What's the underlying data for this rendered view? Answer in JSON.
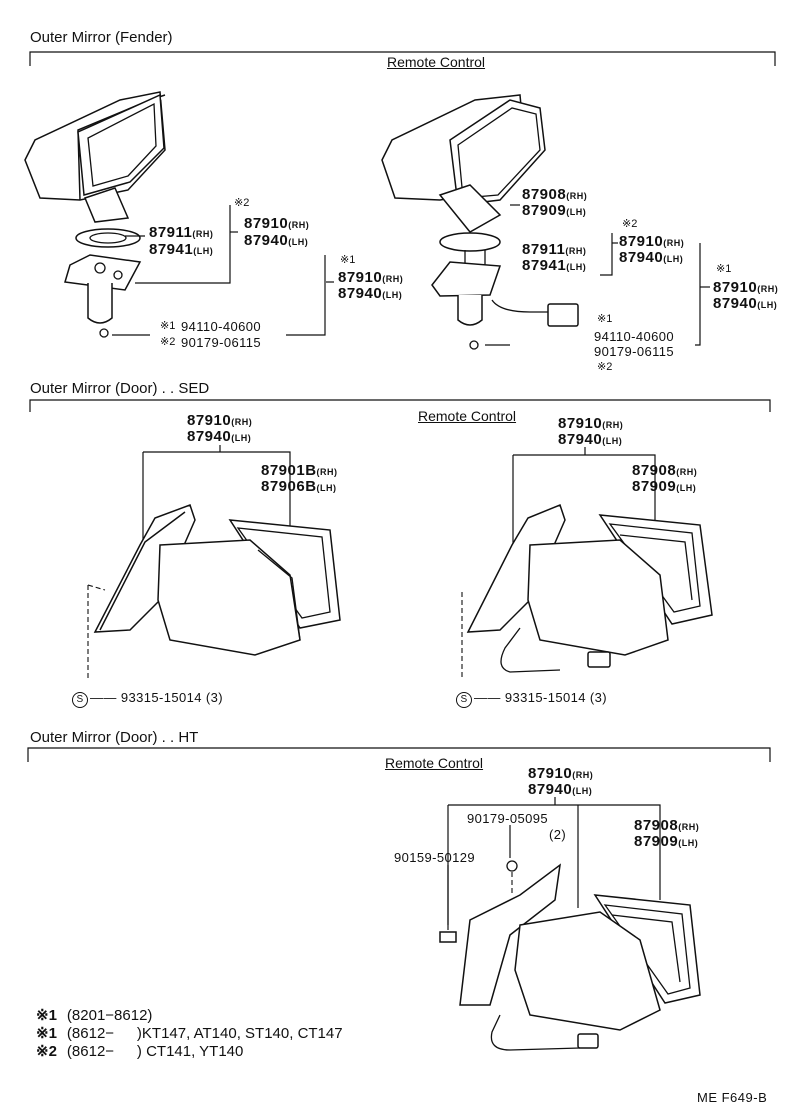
{
  "sections": {
    "fender": {
      "title": "Outer Mirror (Fender)",
      "remote": "Remote Control",
      "left": {
        "star2": "※2",
        "p87911": "87911",
        "p87941": "87941",
        "p87910a": "87910",
        "p87940a": "87940",
        "star1": "※1",
        "p87910b": "87910",
        "p87940b": "87940",
        "s1": "※1",
        "n94110": "94110-40600",
        "s2": "※2",
        "n90179": "90179-06115"
      },
      "right": {
        "p87908": "87908",
        "p87909": "87909",
        "star2": "※2",
        "p87911": "87911",
        "p87941": "87941",
        "p87910a": "87910",
        "p87940a": "87940",
        "star1": "※1",
        "p87910b": "87910",
        "p87940b": "87940",
        "s1": "※1",
        "n94110": "94110-40600",
        "n90179": "90179-06115",
        "s2": "※2"
      }
    },
    "sed": {
      "title": "Outer Mirror (Door) . . SED",
      "remote": "Remote Control",
      "left": {
        "p87910": "87910",
        "p87940": "87940",
        "p87901": "87901B",
        "p87906": "87906B",
        "s": "S",
        "screw": "93315-15014 (3)"
      },
      "right": {
        "p87910": "87910",
        "p87940": "87940",
        "p87908": "87908",
        "p87909": "87909",
        "s": "S",
        "screw": "93315-15014 (3)"
      }
    },
    "ht": {
      "title": "Outer Mirror (Door) . . HT",
      "remote": "Remote Control",
      "p87910": "87910",
      "p87940": "87940",
      "n90179": "90179-05095",
      "qty": "(2)",
      "n90159": "90159-50129",
      "p87908": "87908",
      "p87909": "87909"
    }
  },
  "suffix": {
    "rh": "(RH)",
    "lh": "(LH)"
  },
  "legend": [
    {
      "mark": "※1",
      "range": "(8201−8612)",
      "models": ""
    },
    {
      "mark": "※1",
      "range": "(8612−",
      "models": ")KT147, AT140, ST140, CT147"
    },
    {
      "mark": "※2",
      "range": "(8612−",
      "models": ") CT141, YT140"
    }
  ],
  "code": "ME F649-B"
}
